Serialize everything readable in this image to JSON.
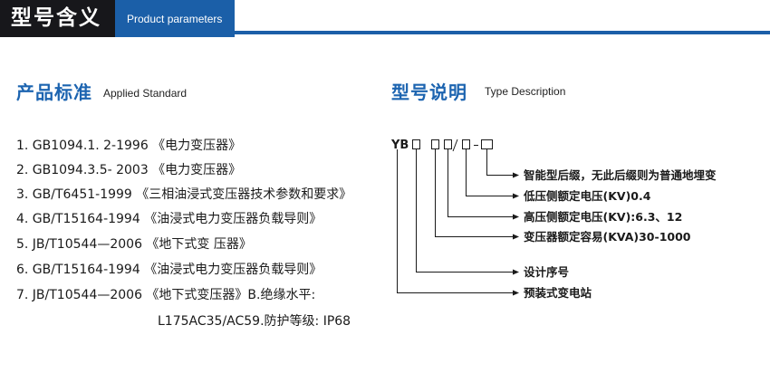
{
  "header": {
    "title": "型号含义",
    "subtitle": "Product parameters",
    "colors": {
      "dark": "#17171b",
      "accent": "#1b5fa8"
    }
  },
  "standards_section": {
    "title": "产品标准",
    "subtitle": "Applied Standard",
    "items": [
      "1. GB1094.1. 2-1996 《电力变压器》",
      "2. GB1094.3.5- 2003 《电力变压器》",
      "3. GB/T6451-1999 《三相油浸式变压器技术参数和要求》",
      "4. GB/T15164-1994 《油浸式电力变压器负载导则》",
      "5. JB/T10544—2006 《地下式变 压器》",
      "6. GB/T15164-1994 《油浸式电力变压器负载导则》",
      "7. JB/T10544—2006 《地下式变压器》B.绝缘水平:"
    ],
    "continuation": "L175AC35/AC59.防护等级: IP68"
  },
  "type_section": {
    "title": "型号说明",
    "subtitle": "Type Description",
    "code_prefix": "YB",
    "labels": [
      "智能型后缀，无此后缀则为普通地埋变",
      "低压侧额定电压(KV)0.4",
      "高压侧额定电压(KV):6.3、12",
      "变压器额定容易(KVA)30-1000",
      "设计序号",
      "预装式变电站"
    ]
  }
}
